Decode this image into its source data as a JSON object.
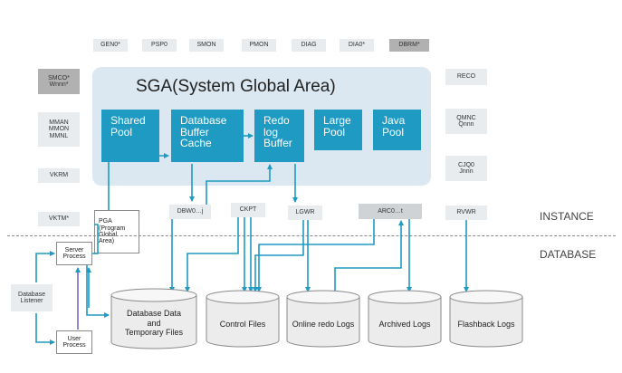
{
  "background_processes_top": [
    "GEN0*",
    "PSP0",
    "SMON",
    "PMON",
    "DIAG",
    "DIA0*",
    "DBRM*"
  ],
  "background_processes_left": [
    "SMCO*\nWnnn*",
    "MMAN\nMMON\nMMNL",
    "VKRM",
    "VKTM*"
  ],
  "background_processes_right": [
    "RECO",
    "QMNC\nQnnn",
    "CJQ0\nJnnn",
    "RVWR"
  ],
  "sga": {
    "title": "SGA(System Global Area)",
    "pools": [
      "Shared\nPool",
      "Database\nBuffer\nCache",
      "Redo\nlog\nBuffer",
      "Large\nPool",
      "Java\nPool"
    ]
  },
  "pga": "PGA\n(Program\nGlobal\nArea)",
  "writers": [
    "DBW0…j",
    "CKPT",
    "LGWR",
    "ARC0…t"
  ],
  "processes": {
    "server": "Server\nProcess",
    "user": "User\nProcess",
    "listener": "Database\nListener"
  },
  "files": [
    "Database Data\nand\nTemporary Files",
    "Control Files",
    "Online redo Logs",
    "Archived Logs",
    "Flashback Logs"
  ],
  "section_labels": {
    "instance": "INSTANCE",
    "database": "DATABASE"
  },
  "colors": {
    "sga_background": "#dbe8f1",
    "memory_pool": "#1e9ac3",
    "arrow": "#1e9ac3",
    "process_light": "#e9ecef",
    "process_dark": "#b1b1b1"
  }
}
